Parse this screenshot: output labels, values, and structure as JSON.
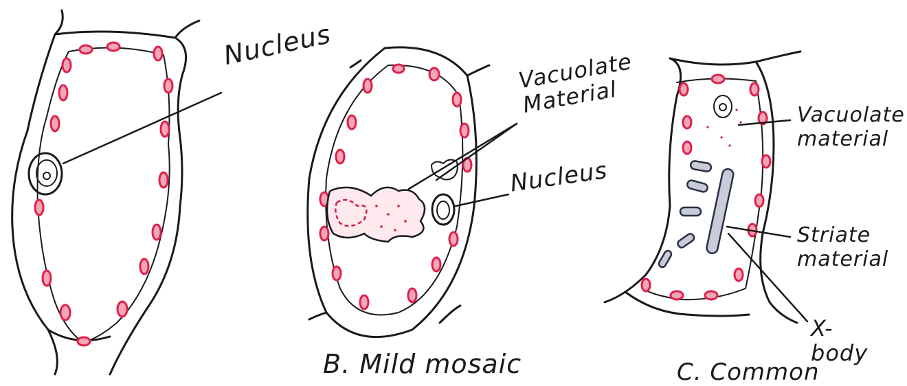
{
  "labels": {
    "nucleus_a": "Nucleus",
    "vacuolate_b": "Vacuolate Material",
    "nucleus_b": "Nucleus",
    "vacuolate_c": "Vacuolate material",
    "striate_c": "Striate material",
    "xbody_c": "X-body"
  },
  "captions": {
    "b": "B. Mild mosaic",
    "c": "C. Common"
  },
  "colors": {
    "ink": "#1a1a1a",
    "chloroplast": "#e0204a"
  }
}
